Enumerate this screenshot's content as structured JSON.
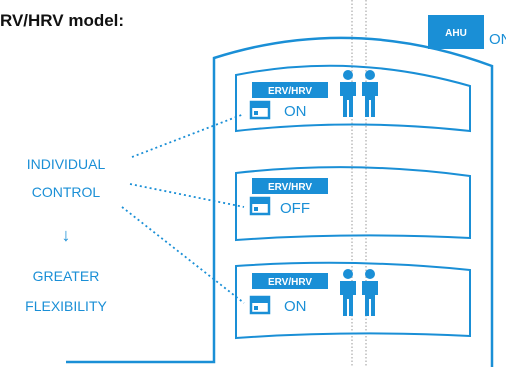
{
  "title": "RV/HRV model:",
  "roof": {
    "unit_label": "AHU",
    "status": "ON"
  },
  "rooms": [
    {
      "unit_label": "ERV/HRV",
      "status": "ON",
      "occupied": true
    },
    {
      "unit_label": "ERV/HRV",
      "status": "OFF",
      "occupied": false
    },
    {
      "unit_label": "ERV/HRV",
      "status": "ON",
      "occupied": true
    }
  ],
  "side_text": {
    "line1": "INDIVIDUAL",
    "line2": "CONTROL",
    "arrow": "↓",
    "line3": "GREATER",
    "line4": "FLEXIBILITY"
  },
  "colors": {
    "accent": "#1a8fd6",
    "text": "#111111"
  },
  "icons": [
    "thermostat-icon",
    "people-icon",
    "arrow-down-icon"
  ]
}
